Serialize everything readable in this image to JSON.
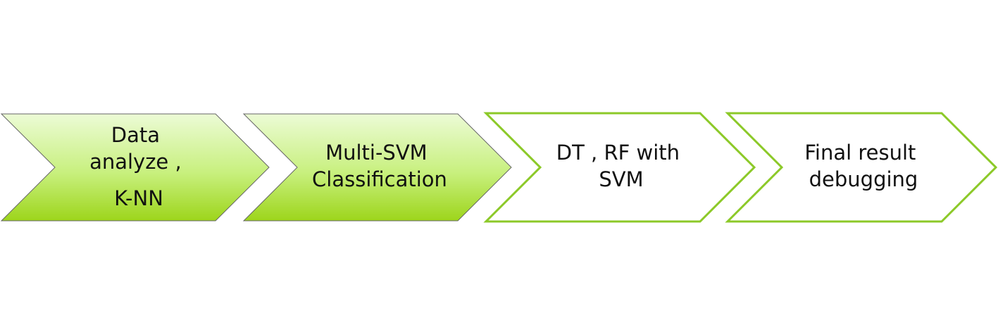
{
  "process": {
    "steps": [
      {
        "lines": [
          "Data",
          "analyze ,",
          "K-NN"
        ],
        "state": "completed"
      },
      {
        "lines": [
          "Multi-SVM",
          "Classification"
        ],
        "state": "completed"
      },
      {
        "lines": [
          "DT , RF with",
          "SVM"
        ],
        "state": "pending"
      },
      {
        "lines": [
          "Final result",
          "debugging"
        ],
        "state": "pending"
      }
    ]
  },
  "colors": {
    "completed_fill_top": "#ecfbd6",
    "completed_fill_mid": "#c8f07e",
    "completed_fill_bottom": "#9dd51b",
    "completed_stroke": "#666666",
    "pending_fill": "#ffffff",
    "pending_stroke": "#8cc928",
    "text": "#111111"
  }
}
